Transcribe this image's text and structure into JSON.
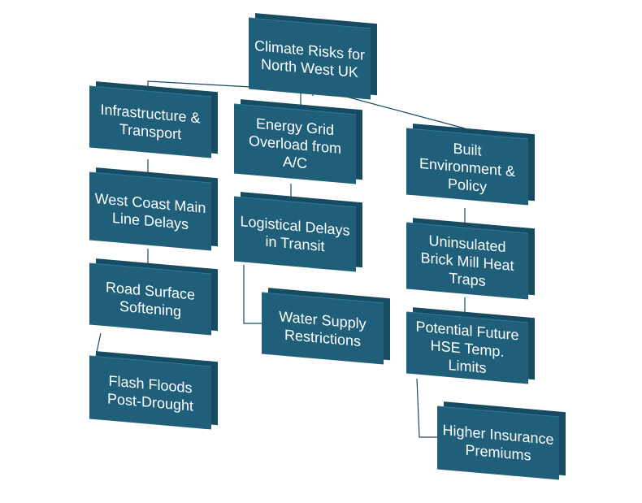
{
  "colors": {
    "box": "#1f5f7a",
    "box_shadow": "#174b62",
    "text": "#ffffff",
    "line": "#1a4a5e"
  },
  "nodes": {
    "root": "Climate Risks for North West UK",
    "infrastructure": "Infrastructure & Transport",
    "energy": "Energy Grid Overload from A/C",
    "built": "Built Environment & Policy",
    "west_coast": "West Coast Main Line Delays",
    "road_surface": "Road Surface Softening",
    "flash_floods": "Flash Floods Post-Drought",
    "logistical": "Logistical Delays in Transit",
    "water_supply": "Water Supply Restrictions",
    "uninsulated": "Uninsulated Brick Mill Heat Traps",
    "hse": "Potential Future HSE Temp. Limits",
    "insurance": "Higher Insurance Premiums"
  }
}
